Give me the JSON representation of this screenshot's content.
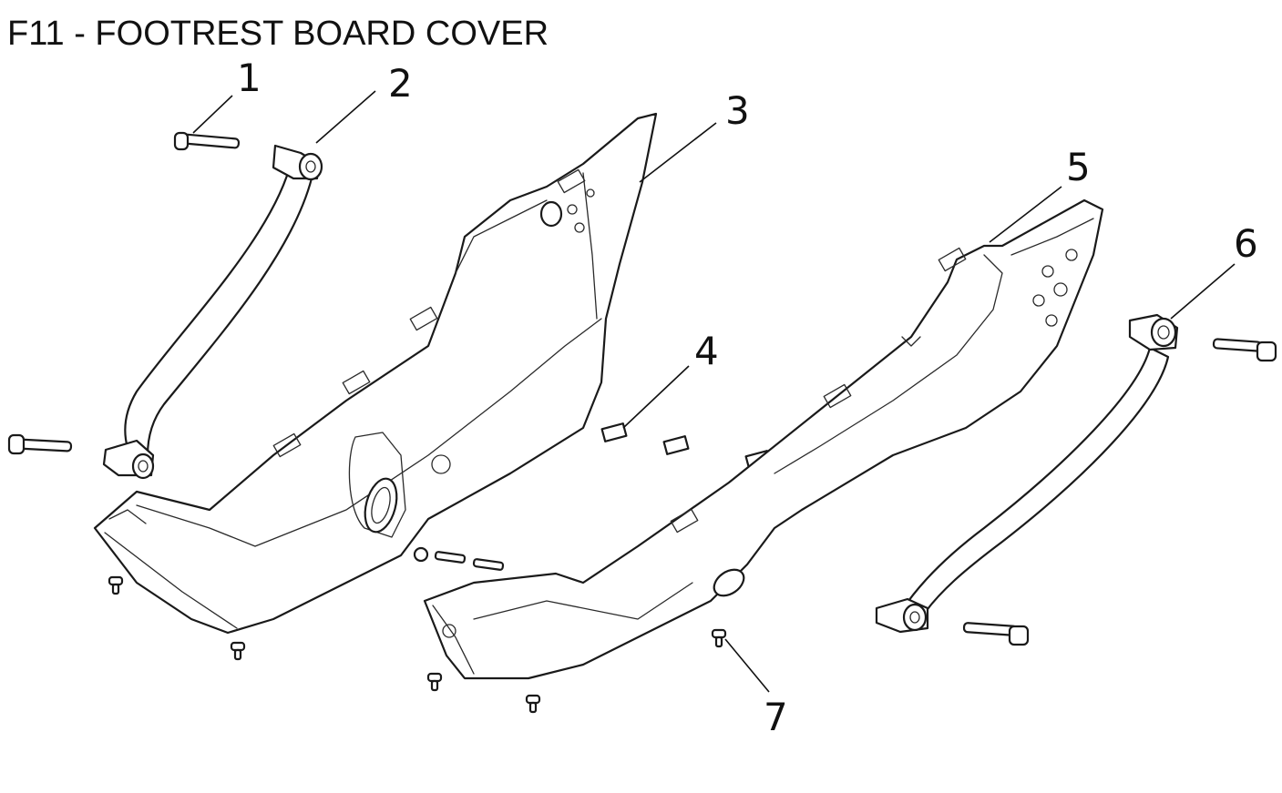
{
  "title": "F11 - FOOTREST BOARD COVER",
  "callouts": [
    {
      "number": "1",
      "part": "bolt"
    },
    {
      "number": "2",
      "part": "bracket-left"
    },
    {
      "number": "3",
      "part": "footrest-board-cover-left"
    },
    {
      "number": "4",
      "part": "clip"
    },
    {
      "number": "5",
      "part": "footrest-board-cover-right"
    },
    {
      "number": "6",
      "part": "bracket-right"
    },
    {
      "number": "7",
      "part": "screw"
    }
  ]
}
